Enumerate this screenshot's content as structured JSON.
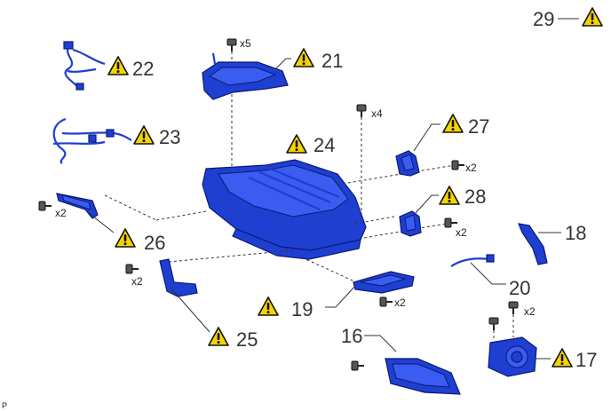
{
  "callouts": {
    "c16": "16",
    "c17": "17",
    "c18": "18",
    "c19": "19",
    "c20": "20",
    "c21": "21",
    "c22": "22",
    "c23": "23",
    "c24": "24",
    "c25": "25",
    "c26": "26",
    "c27": "27",
    "c28": "28",
    "c29": "29"
  },
  "quantities": {
    "q21": "x5",
    "q24": "x4",
    "q27": "x2",
    "q28": "x2",
    "q26": "x2",
    "q25": "x2",
    "q19": "x2",
    "q17": "x2"
  },
  "corner_label": "P",
  "colors": {
    "part": "#1f3fd0",
    "warning_fill": "#f4d400",
    "text": "#333333"
  },
  "icons": {
    "warning": "warning-triangle-icon",
    "bolt": "bolt-icon"
  }
}
